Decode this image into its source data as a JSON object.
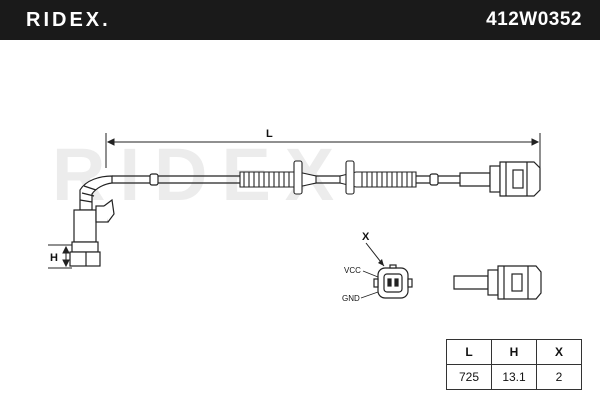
{
  "header": {
    "brand": "RIDEX.",
    "part_number": "412W0352"
  },
  "watermark": "RIDEX",
  "dimensions": {
    "length_label": "L",
    "height_label": "H",
    "connector_label": "X"
  },
  "connector": {
    "pin_top": "VCC",
    "pin_bottom": "GND"
  },
  "spec_table": {
    "headers": [
      "L",
      "H",
      "X"
    ],
    "values": [
      "725",
      "13.1",
      "2"
    ]
  },
  "colors": {
    "header_bg": "#1a1a1a",
    "line": "#222222",
    "watermark": "#ececec"
  }
}
